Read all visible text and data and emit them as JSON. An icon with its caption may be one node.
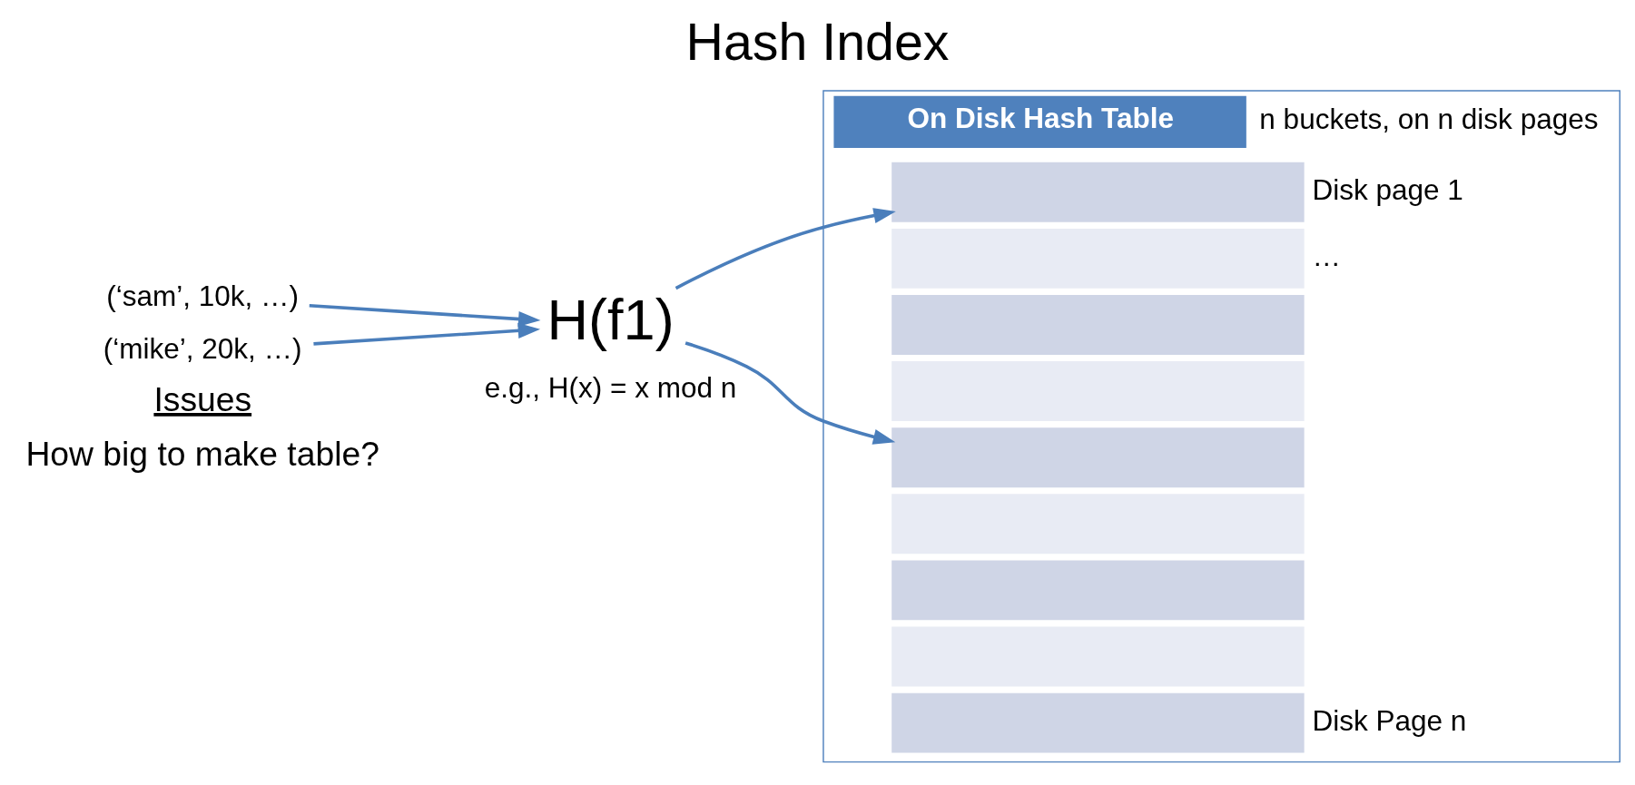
{
  "diagram": {
    "title": "Hash Index",
    "nodes": [
      {
        "text": [
          "(‘sam’, 10k, …)"
        ]
      },
      {
        "text": [
          "(‘mike’, 20k, …)"
        ]
      },
      {
        "text": [
          "H(f1)"
        ],
        "beside": [
          "e.g., H(x) = x mod n"
        ]
      },
      {
        "text": [
          "On Disk Hash Table"
        ],
        "beside": [
          "n buckets, on n disk pages"
        ]
      },
      {
        "text": [],
        "shape": "box",
        "in": 3,
        "beside": [
          "Disk page 1"
        ]
      },
      {
        "text": [],
        "shape": "box",
        "in": 3,
        "beside": [
          "…"
        ]
      },
      {
        "text": [],
        "shape": "box",
        "in": 3
      },
      {
        "text": [],
        "shape": "box",
        "in": 3
      },
      {
        "text": [],
        "shape": "box",
        "in": 3
      },
      {
        "text": [],
        "shape": "box",
        "in": 3
      },
      {
        "text": [],
        "shape": "box",
        "in": 3
      },
      {
        "text": [],
        "shape": "box",
        "in": 3
      },
      {
        "text": [],
        "shape": "box",
        "in": 3,
        "beside": [
          "Disk Page n"
        ]
      }
    ],
    "edges": [
      {
        "from": 0,
        "to": 2,
        "arrow": "to"
      },
      {
        "from": 1,
        "to": 2,
        "arrow": "to"
      },
      {
        "from": 2,
        "to": 4,
        "arrow": "to"
      },
      {
        "from": 2,
        "to": 8,
        "arrow": "to"
      }
    ],
    "labels": [
      "Issues",
      "How big to make table?"
    ]
  }
}
